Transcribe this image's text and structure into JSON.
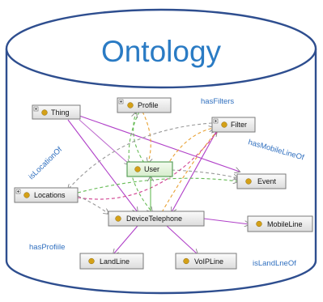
{
  "title": "Ontology",
  "colors": {
    "cylinder_fill": "#ffffff",
    "cylinder_stroke": "#2e4e8f",
    "title_color": "#2a7bc4",
    "relation_label_color": "#2f6fbf",
    "node_dot": "#d4a017",
    "edge_purple": "#b040c8",
    "edge_magenta": "#d04090",
    "edge_green": "#66bb55",
    "edge_orange": "#e8a030",
    "edge_gray": "#9a9a9a",
    "edge_lilac": "#c080e0"
  },
  "nodes": [
    {
      "id": "thing",
      "label": "Thing",
      "expandable": true
    },
    {
      "id": "profile",
      "label": "Profile",
      "expandable": true
    },
    {
      "id": "filter",
      "label": "Filter",
      "expandable": true
    },
    {
      "id": "user",
      "label": "User",
      "expandable": false
    },
    {
      "id": "event",
      "label": "Event",
      "expandable": false
    },
    {
      "id": "locations",
      "label": "Locations",
      "expandable": true
    },
    {
      "id": "devicetelephone",
      "label": "DeviceTelephone",
      "expandable": false
    },
    {
      "id": "mobileline",
      "label": "MobileLine",
      "expandable": false
    },
    {
      "id": "landline",
      "label": "LandLine",
      "expandable": false
    },
    {
      "id": "voipline",
      "label": "VoIPLine",
      "expandable": false
    }
  ],
  "relations": [
    {
      "id": "hasfilters",
      "label": "hasFilters"
    },
    {
      "id": "hasmobilelineof",
      "label": "hasMobileLineOf"
    },
    {
      "id": "islocationof",
      "label": "isLocationOf"
    },
    {
      "id": "hasprofile",
      "label": "hasProfiile"
    },
    {
      "id": "islandlneof",
      "label": "isLandLneOf"
    }
  ]
}
